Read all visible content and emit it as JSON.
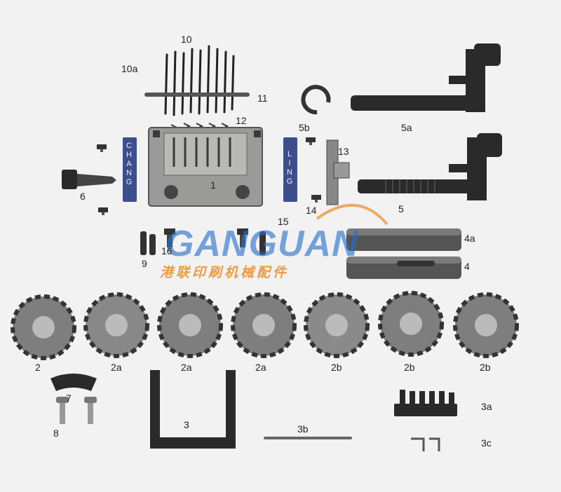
{
  "labels": {
    "p1": "1",
    "p2": "2",
    "p2a_1": "2a",
    "p2a_2": "2a",
    "p2a_3": "2a",
    "p2b_1": "2b",
    "p2b_2": "2b",
    "p2b_3": "2b",
    "p3": "3",
    "p3a": "3a",
    "p3b": "3b",
    "p3c": "3c",
    "p4": "4",
    "p4a": "4a",
    "p5": "5",
    "p5a": "5a",
    "p5b": "5b",
    "p6": "6",
    "p7": "7",
    "p8": "8",
    "p9": "9",
    "p10": "10",
    "p10a": "10a",
    "p11": "11",
    "p12": "12",
    "p13": "13",
    "p14": "14",
    "p15": "15",
    "p16": "16"
  },
  "plates": {
    "left_text": "CHANG",
    "right_text": "LING"
  },
  "watermark": {
    "latin": "GANGUAN",
    "cjk": "港联印刷机械配件"
  },
  "colors": {
    "part_dark": "#2a2a2a",
    "metal": "#8d8d8d",
    "plate_blue": "#3c4f8c",
    "watermark_blue": "#2f6fc4",
    "watermark_orange": "#e98b2a"
  }
}
